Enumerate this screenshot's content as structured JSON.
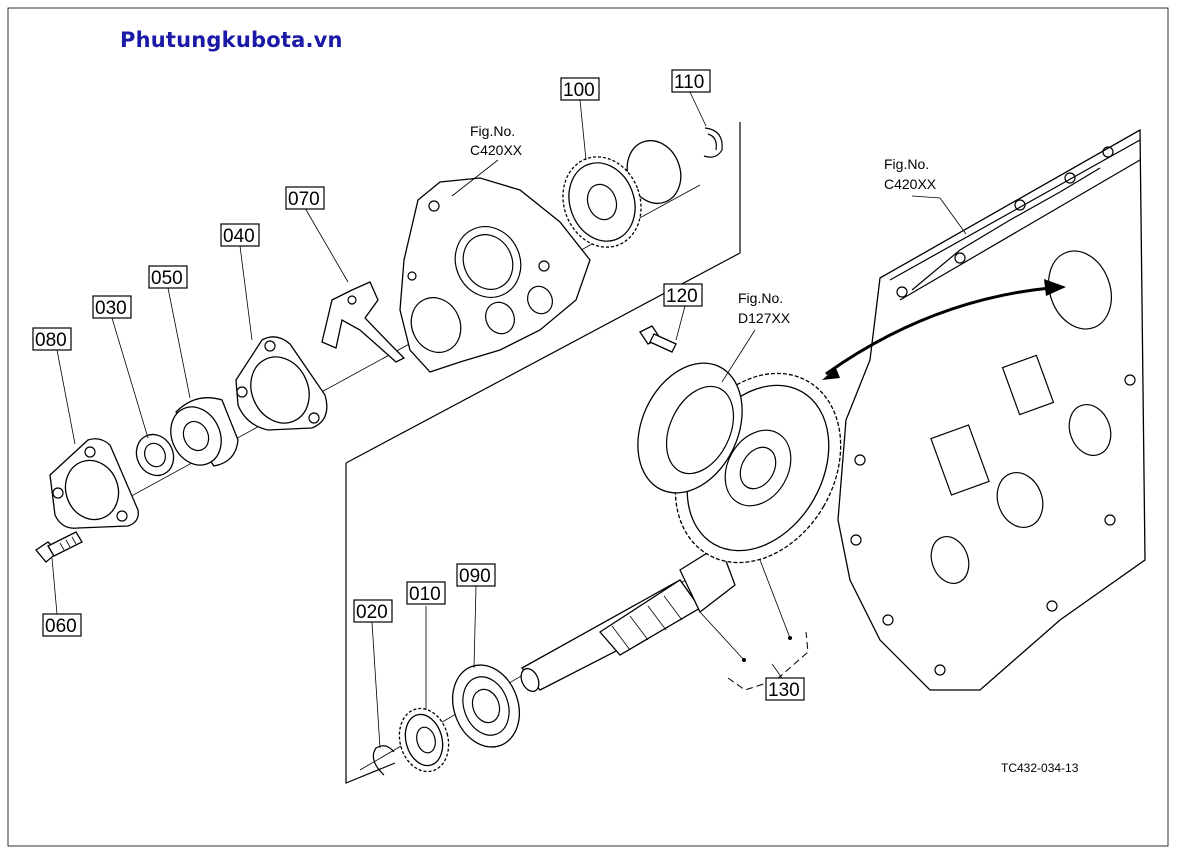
{
  "brand": "Phutungkubota.vn",
  "drawing_number": "TC432-034-13",
  "figure_refs": [
    {
      "key": "fig1",
      "label": "Fig.No.",
      "code": "C420XX"
    },
    {
      "key": "fig2",
      "label": "Fig.No.",
      "code": "C420XX"
    },
    {
      "key": "fig3",
      "label": "Fig.No.",
      "code": "D127XX"
    }
  ],
  "callouts": [
    "010",
    "020",
    "030",
    "040",
    "050",
    "060",
    "070",
    "080",
    "090",
    "100",
    "110",
    "120",
    "130"
  ]
}
